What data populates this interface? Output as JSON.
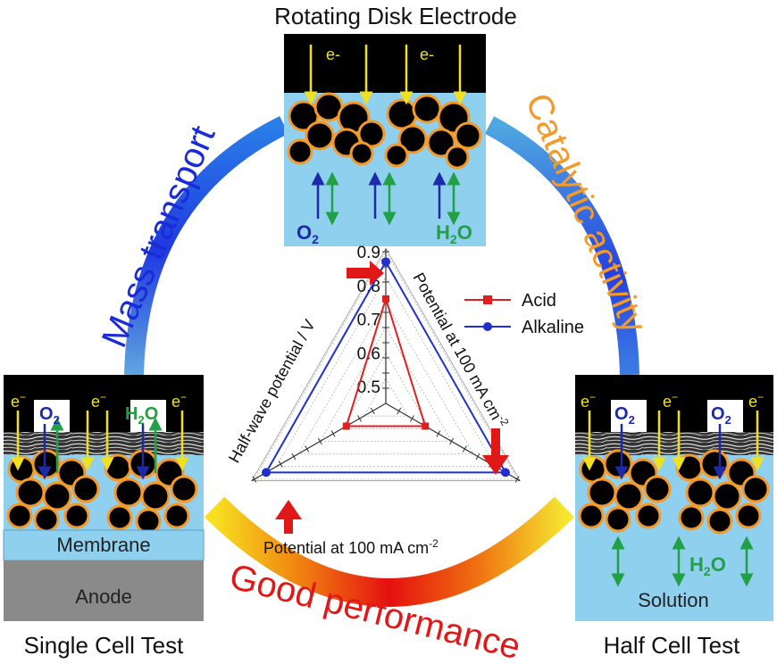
{
  "top_panel": {
    "title": "Rotating Disk Electrode",
    "electron_labels": [
      "e-",
      "e-"
    ],
    "o2_label": "O",
    "o2_sub": "2",
    "h2o_label_h": "H",
    "h2o_label_sub": "2",
    "h2o_label_o": "O"
  },
  "left_panel": {
    "title": "Single Cell Test",
    "electron_labels": [
      "e",
      "e",
      "e"
    ],
    "electron_sup": "−",
    "o2_label": "O",
    "o2_sub": "2",
    "h2o_label_h": "H",
    "h2o_label_sub": "2",
    "h2o_label_o": "O",
    "membrane_label": "Membrane",
    "anode_label": "Anode"
  },
  "right_panel": {
    "title": "Half Cell Test",
    "electron_labels": [
      "e",
      "e",
      "e"
    ],
    "electron_sup": "−",
    "o2_label": "O",
    "o2_sub": "2",
    "h2o_label_h": "H",
    "h2o_label_sub": "2",
    "h2o_label_o": "O",
    "solution_label": "Solution"
  },
  "ring_labels": {
    "left": "Mass transport",
    "right": "Catalytic activity",
    "bottom": "Good performance"
  },
  "colors": {
    "mass_transport": "#1a2bd8",
    "catalytic_activity": "#f39a2a",
    "good_performance": "#e01818",
    "acid": "#e02020",
    "alkaline": "#1f2fd0",
    "electrolyte": "#8fd0ee",
    "electron_arrow": "#f0e020",
    "o2_arrow": "#1c2aa8",
    "h2o_arrow": "#22a046"
  },
  "chart_data": {
    "type": "radar",
    "axes": [
      {
        "label": "Half-wave potential / V",
        "ticks": [
          "0.5",
          "0.6",
          "0.7",
          "0.8",
          "0.9"
        ],
        "range": [
          0.45,
          0.9
        ]
      },
      {
        "label": "Potential at 100 mA cm",
        "label_sup": "-2"
      },
      {
        "label": "Potential at 100 mA cm",
        "label_sup": "-2"
      }
    ],
    "series": [
      {
        "name": "Acid",
        "values": [
          0.76,
          0.3,
          0.3
        ]
      },
      {
        "name": "Alkaline",
        "values": [
          0.87,
          0.91,
          0.91
        ]
      }
    ],
    "legend_position": "right"
  }
}
